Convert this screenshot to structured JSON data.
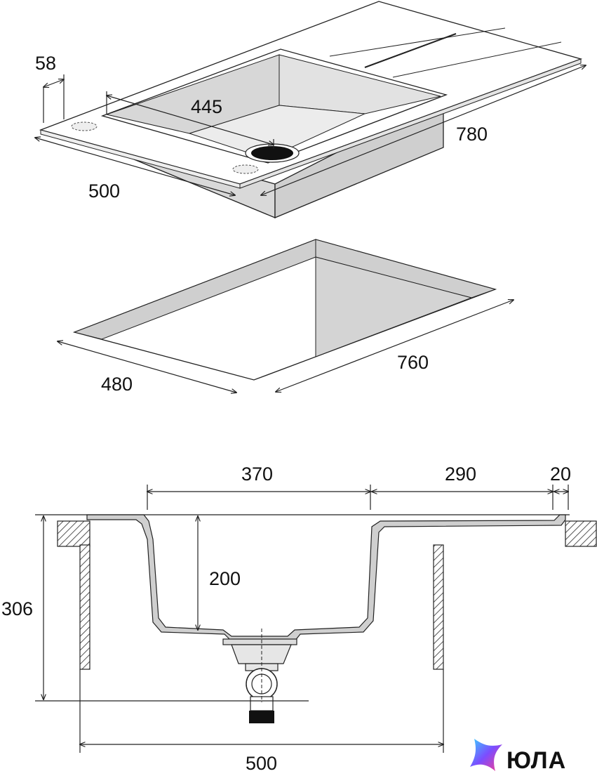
{
  "dimensions": {
    "top_view": {
      "faucet_offset": "58",
      "bowl_width": "445",
      "total_length": "780",
      "total_depth": "500"
    },
    "cutout_view": {
      "cutout_length": "760",
      "cutout_depth": "480"
    },
    "section_view": {
      "bowl_span": "370",
      "drainboard_span": "290",
      "rim_edge": "20",
      "bowl_depth": "200",
      "total_height": "306",
      "cabinet_width": "500"
    }
  },
  "logo": {
    "text": "ЮЛА"
  },
  "colors": {
    "stroke": "#222222",
    "sink_fill": "#ffffff",
    "side_face": "#d6d6d6",
    "bowl_shadow": "#cfcfcf",
    "hatch": "#555555",
    "logo_gradient": [
      "#3ad0ff",
      "#7b4dff",
      "#ff3d8a"
    ]
  }
}
